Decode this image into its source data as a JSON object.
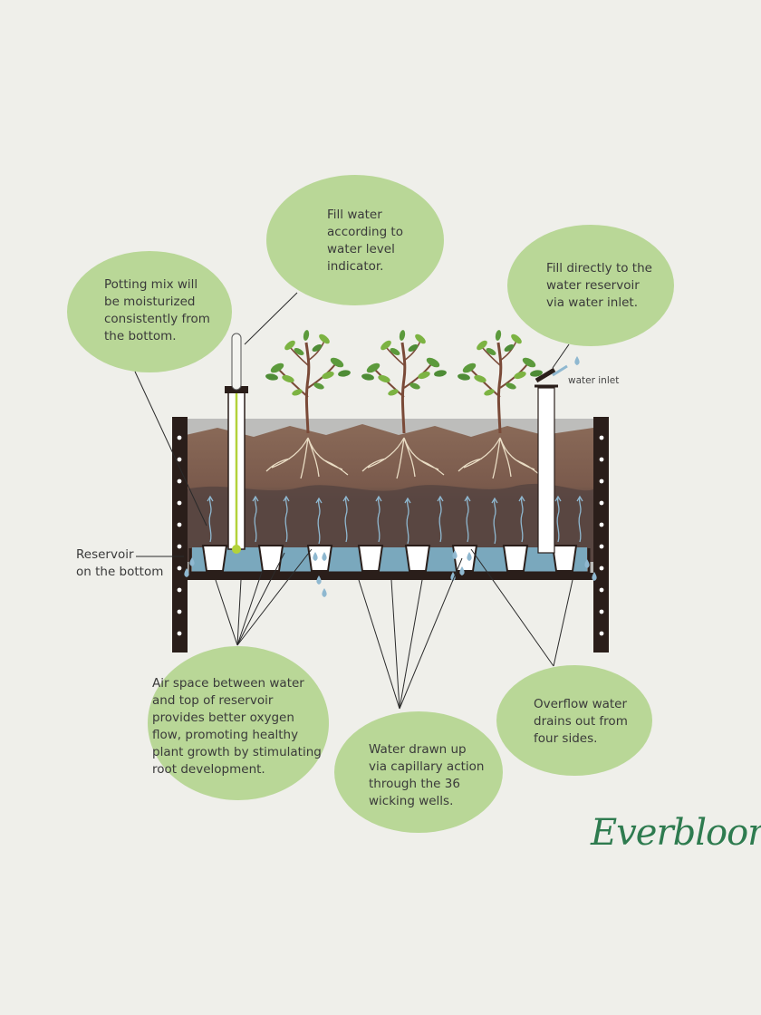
{
  "callouts": {
    "potting_mix": [
      "Potting mix will",
      "be moisturized",
      "consistently from",
      "the bottom."
    ],
    "fill_indicator": [
      "Fill water",
      "according to",
      "water level",
      "indicator."
    ],
    "fill_inlet": [
      "Fill directly to the",
      "water reservoir",
      "via water inlet."
    ],
    "air_space": [
      "Air space between water",
      "and top of reservoir",
      "provides better oxygen",
      "flow, promoting healthy",
      "plant growth by stimulating",
      "root development."
    ],
    "capillary": [
      "Water drawn up",
      "via capillary action",
      "through the 36",
      "wicking wells."
    ],
    "overflow": [
      "Overflow water",
      "drains out from",
      "four sides."
    ]
  },
  "reservoir_label": [
    "Reservoir",
    "on the bottom"
  ],
  "inlet_label": "water inlet",
  "brand": {
    "name": "Everbloom",
    "mark": "®"
  },
  "colors": {
    "background": "#efefea",
    "bubble": "#b9d797",
    "soil_top": "#7a5a4a",
    "soil_deep": "#5a4640",
    "water": "#7aa8bd",
    "frame": "#2a1e1a",
    "brand": "#2e7b4f"
  }
}
